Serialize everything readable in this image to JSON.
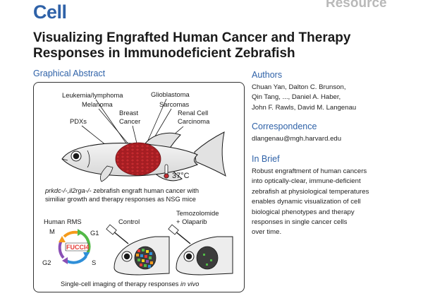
{
  "journal": "Cell",
  "section_tag": "Resource",
  "title_line1": "Visualizing Engrafted Human Cancer and Therapy",
  "title_line2": "Responses in Immunodeficient Zebrafish",
  "graphical_abstract": {
    "heading": "Graphical Abstract",
    "labels": {
      "leukemia": "Leukemia/lymphoma",
      "glioblastoma": "Glioblastoma",
      "melanoma": "Melanoma",
      "sarcomas": "Sarcomas",
      "breast": "Breast",
      "cancer": "Cancer",
      "renal": "Renal Cell",
      "carcinoma": "Carcinoma",
      "pdxs": "PDXs",
      "temperature": "37°C",
      "caption1_italic": "prkdc-/-,il2rga-/-",
      "caption1_rest": " zebrafish engraft human cancer with",
      "caption2": "similiar growth and therapy responses as NSG mice",
      "human_rms": "Human RMS",
      "control": "Control",
      "temozolomide": "Temozolomide",
      "olaparib": "+ Olaparib",
      "fucci": "FUCCI4",
      "phase_m": "M",
      "phase_g1": "G1",
      "phase_g2": "G2",
      "phase_s": "S",
      "bottom_caption_main": "Single-cell imaging of therapy responses ",
      "bottom_caption_italic": "in vivo"
    }
  },
  "authors": {
    "heading": "Authors",
    "line1": "Chuan Yan, Dalton C. Brunson,",
    "line2": "Qin Tang, ..., Daniel A. Haber,",
    "line3": "John F. Rawls, David M. Langenau"
  },
  "correspondence": {
    "heading": "Correspondence",
    "email": "dlangenau@mgh.harvard.edu"
  },
  "in_brief": {
    "heading": "In Brief",
    "lines": [
      "Robust engraftment of human cancers",
      "into optically-clear, immune-deficient",
      "zebrafish at physiological temperatures",
      "enables dynamic visualization of cell",
      "biological phenotypes and therapy",
      "responses in single cancer cells",
      "over time."
    ]
  },
  "colors": {
    "brand_blue": "#2f62a8",
    "tumor_red": "#c62a2f",
    "fucci_red": "#e53935",
    "fucci_orange": "#f59b1b",
    "fucci_yellow": "#f4d21c",
    "fucci_green": "#52b947",
    "fucci_blue": "#2f8fd8",
    "fucci_purple": "#8a4fb5"
  }
}
